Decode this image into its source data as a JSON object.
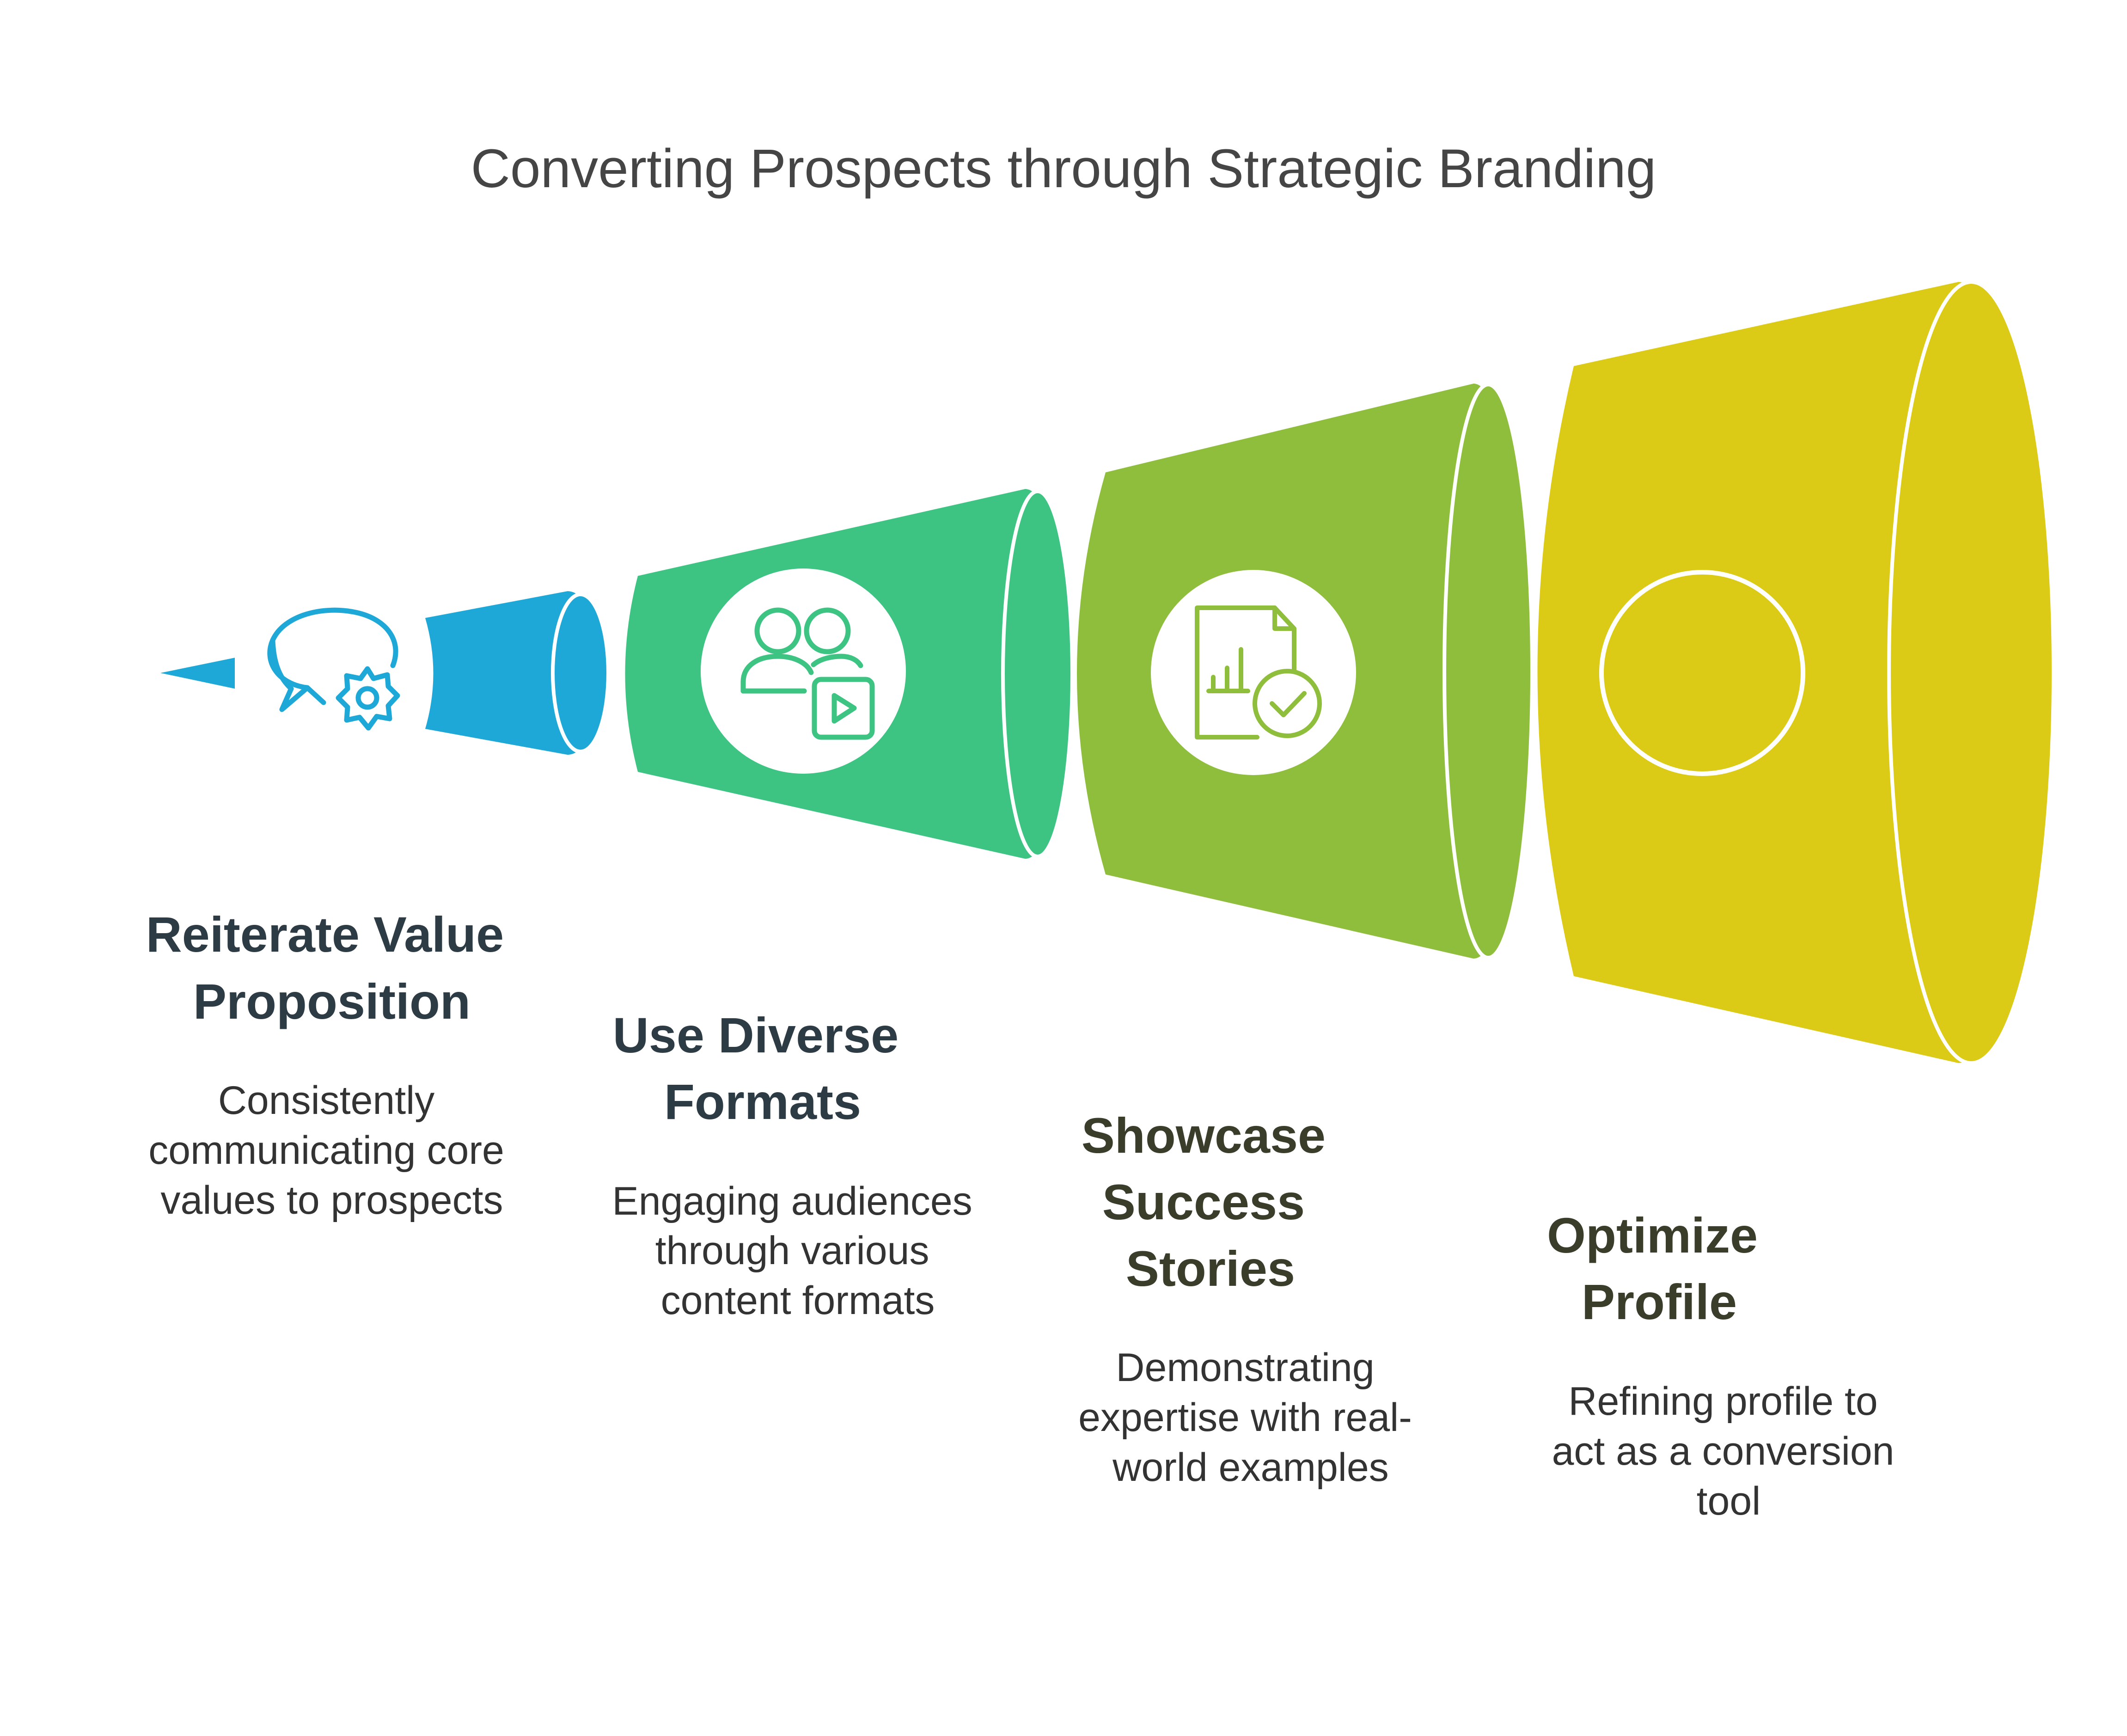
{
  "title": "Converting Prospects through Strategic Branding",
  "stages": [
    {
      "heading_lines": [
        "Reiterate Value",
        "Proposition"
      ],
      "description_lines": [
        "Consistently",
        "communicating core",
        "values to prospects"
      ],
      "icon": "chat-gear-icon",
      "color": "#1EA8D8",
      "heading_color": "#2D3B45"
    },
    {
      "heading_lines": [
        "Use Diverse",
        "Formats"
      ],
      "description_lines": [
        "Engaging audiences",
        "through various",
        "content formats"
      ],
      "icon": "people-video-icon",
      "color": "#3DC483",
      "heading_color": "#2D3B45"
    },
    {
      "heading_lines": [
        "Showcase",
        "Success",
        "Stories"
      ],
      "description_lines": [
        "Demonstrating",
        "expertise with real-",
        "world examples"
      ],
      "icon": "document-chart-check-icon",
      "color": "#8FBE3C",
      "heading_color": "#3A3D2A"
    },
    {
      "heading_lines": [
        "Optimize",
        "Profile"
      ],
      "description_lines": [
        "Refining profile to",
        "act as a conversion",
        "tool"
      ],
      "icon": "circle-icon",
      "color": "#DCCB16",
      "heading_color": "#3A3D2A"
    }
  ]
}
